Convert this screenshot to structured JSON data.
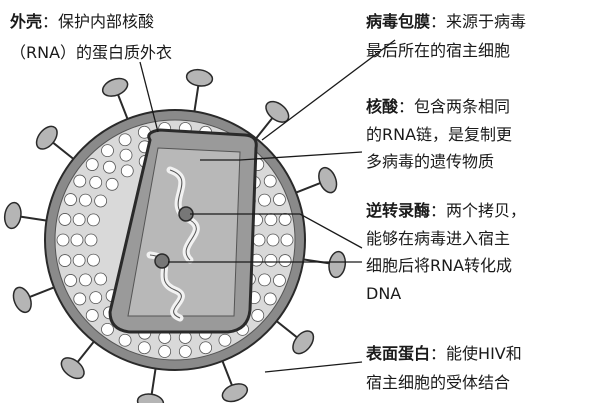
{
  "labels": {
    "capsid": {
      "term": "外壳",
      "sep": "：",
      "lines": [
        "保护内部核酸",
        "（RNA）的蛋白质外衣"
      ]
    },
    "envelope": {
      "term": "病毒包膜",
      "sep": "：",
      "lines": [
        "来源于病毒",
        "最后所在的宿主细胞"
      ]
    },
    "nucleic_acid": {
      "term": "核酸",
      "sep": "：",
      "lines": [
        "包含两条相同",
        "的RNA链，是复制更",
        "多病毒的遗传物质"
      ]
    },
    "reverse_transcriptase": {
      "term": "逆转录酶",
      "sep": "：",
      "lines": [
        "两个拷贝，",
        "能够在病毒进入宿主",
        "细胞后将RNA转化成",
        "DNA"
      ]
    },
    "surface_protein": {
      "term": "表面蛋白",
      "sep": "：",
      "lines": [
        "能使HIV和",
        "宿主细胞的受体结合"
      ]
    }
  },
  "colors": {
    "membrane": "#8a8a8a",
    "inner_fill": "#d9d9d9",
    "capsid_fill": "#9a9a9a",
    "spike": "#b5b5b5",
    "outline": "#2a2a2a"
  }
}
